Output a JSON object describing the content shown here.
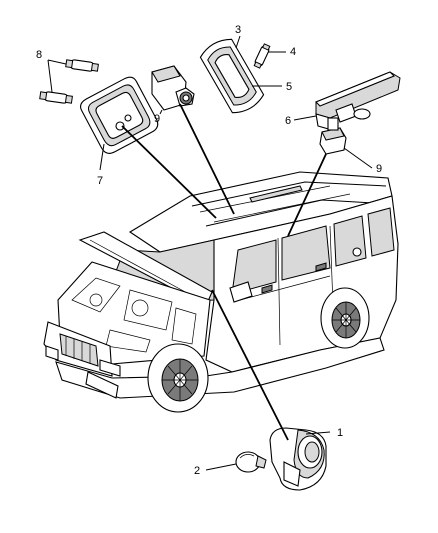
{
  "diagram": {
    "callouts": [
      {
        "id": "c1",
        "text": "1"
      },
      {
        "id": "c2",
        "text": "2"
      },
      {
        "id": "c3",
        "text": "3"
      },
      {
        "id": "c4",
        "text": "4"
      },
      {
        "id": "c5",
        "text": "5"
      },
      {
        "id": "c6",
        "text": "6"
      },
      {
        "id": "c7",
        "text": "7"
      },
      {
        "id": "c8",
        "text": "8"
      },
      {
        "id": "c9a",
        "text": "9"
      },
      {
        "id": "c9b",
        "text": "9"
      }
    ]
  }
}
